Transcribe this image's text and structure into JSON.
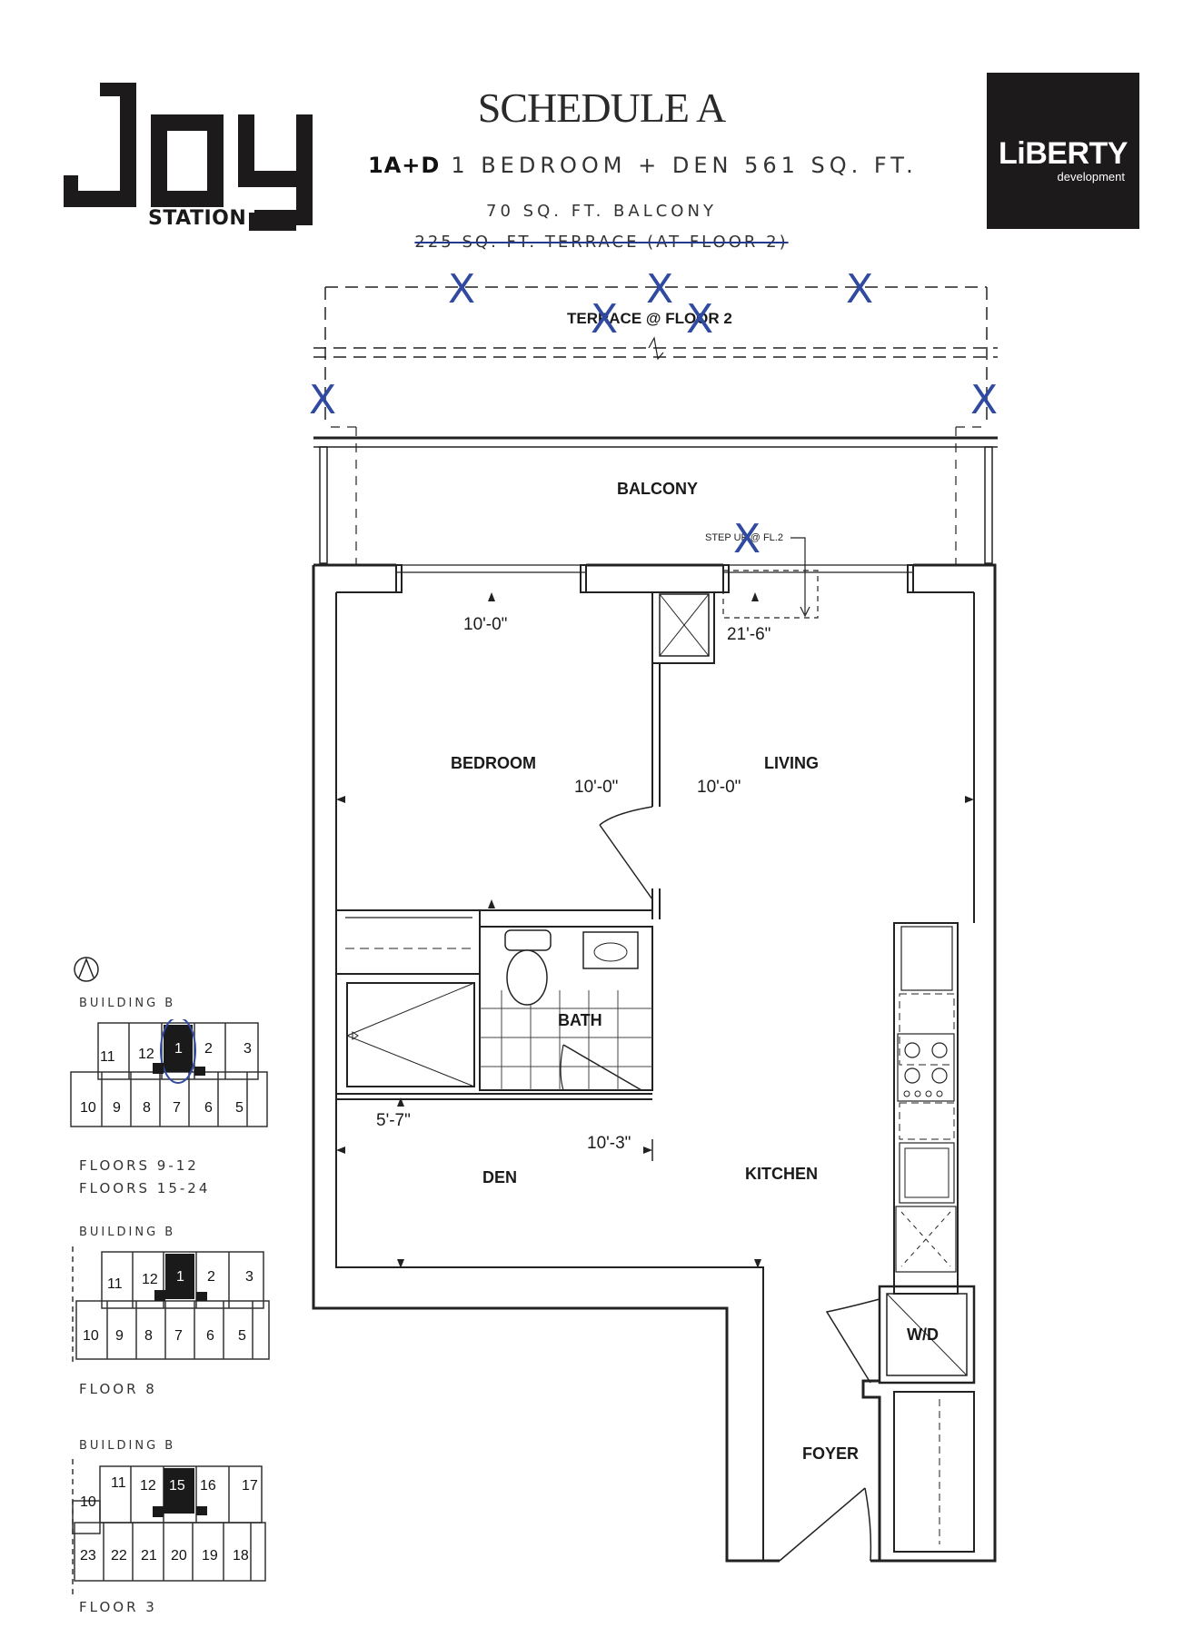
{
  "header": {
    "logo_word": "Joy",
    "logo_sub": "STATION",
    "schedule_title": "SCHEDULE A",
    "unit_code": "1A+D",
    "unit_description": "1 BEDROOM + DEN 561 SQ. FT.",
    "balcony_area": "70 SQ. FT. BALCONY",
    "terrace_area_struck": "225 SQ. FT. TERRACE (AT FLOOR 2)",
    "developer_brand": "LiBERTY",
    "developer_sub": "development"
  },
  "plan": {
    "rooms": {
      "terrace": "TERRACE @ FLOOR 2",
      "balcony": "BALCONY",
      "step_note": "STEP UP @ FL.2",
      "bedroom": "BEDROOM",
      "living": "LIVING",
      "bath": "BATH",
      "den": "DEN",
      "kitchen": "KITCHEN",
      "wd": "W/D",
      "foyer": "FOYER"
    },
    "dimensions": {
      "bedroom_width": "10'-0\"",
      "living_width": "21'-6\"",
      "bedroom_depth": "10'-0\"",
      "living_depth": "10'-0\"",
      "den_width": "5'-7\"",
      "den_depth": "10'-3\""
    },
    "cross_mark": "X"
  },
  "colors": {
    "ink": "#111111",
    "annotation_blue": "#2f4aa0",
    "brand_black": "#1c1a1a"
  },
  "key_plans": [
    {
      "building": "BUILDING B",
      "floors": [
        "FLOORS 9-12",
        "FLOORS 15-24"
      ],
      "top_units": [
        "11",
        "12",
        "1",
        "2",
        "3"
      ],
      "bottom_units": [
        "10",
        "9",
        "8",
        "7",
        "6",
        "5"
      ],
      "highlight": "1"
    },
    {
      "building": "BUILDING B",
      "floors": [
        "FLOOR 8"
      ],
      "top_units": [
        "11",
        "12",
        "1",
        "2",
        "3"
      ],
      "bottom_units": [
        "10",
        "9",
        "8",
        "7",
        "6",
        "5"
      ],
      "highlight": "1"
    },
    {
      "building": "BUILDING B",
      "floors": [
        "FLOOR 3"
      ],
      "top_units": [
        "11",
        "12",
        "15",
        "16",
        "17"
      ],
      "left_unit": "10",
      "bottom_units": [
        "23",
        "22",
        "21",
        "20",
        "19",
        "18"
      ],
      "highlight": "15"
    }
  ]
}
